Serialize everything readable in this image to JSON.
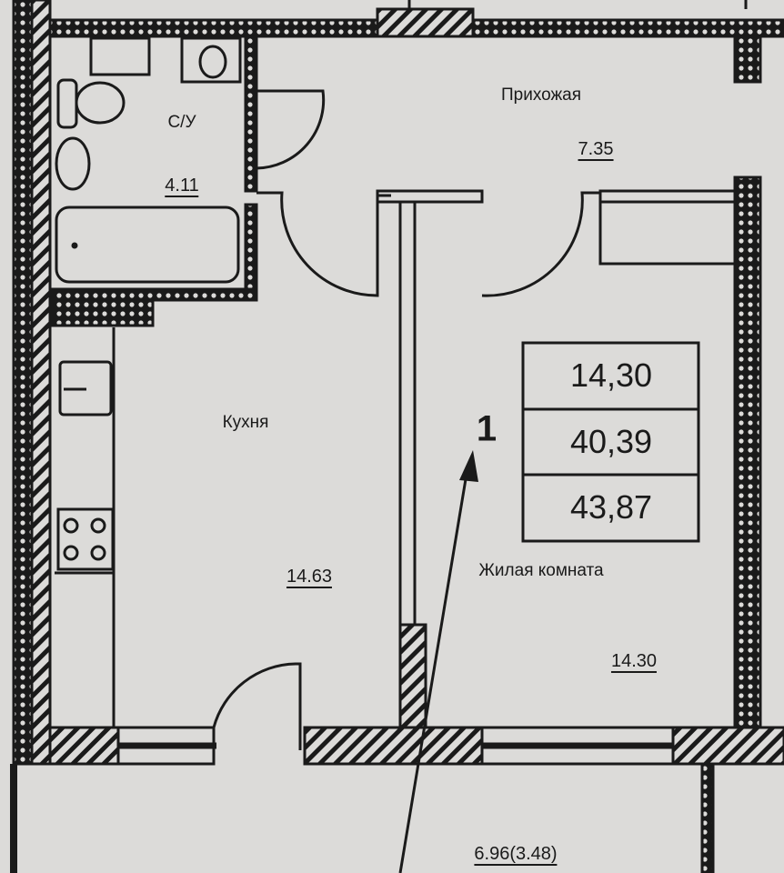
{
  "rooms": {
    "bathroom": {
      "name": "С/У",
      "area": "4.11"
    },
    "hallway": {
      "name": "Прихожая",
      "area": "7.35"
    },
    "kitchen": {
      "name": "Кухня",
      "area": "14.63"
    },
    "living_room": {
      "name": "Жилая комната",
      "area": "14.30"
    },
    "balcony": {
      "area": "6.96(3.48)"
    }
  },
  "apartment": {
    "rooms_count": "1",
    "living_area": "14,30",
    "total_area_without_balcony": "40,39",
    "total_area": "43,87"
  },
  "colors": {
    "paper": "#dcdbd9",
    "ink": "#1a1a1a"
  }
}
